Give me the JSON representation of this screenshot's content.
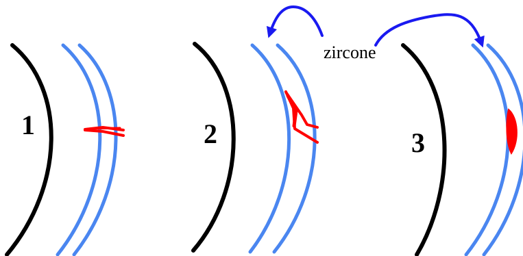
{
  "stages": [
    {
      "number": "1"
    },
    {
      "number": "2"
    },
    {
      "number": "3"
    }
  ],
  "label": "zircone",
  "colors": {
    "outer_arc": "#000000",
    "layers": "#4a86f0",
    "crack": "#ff0000",
    "arrows": "#1a1af0"
  }
}
